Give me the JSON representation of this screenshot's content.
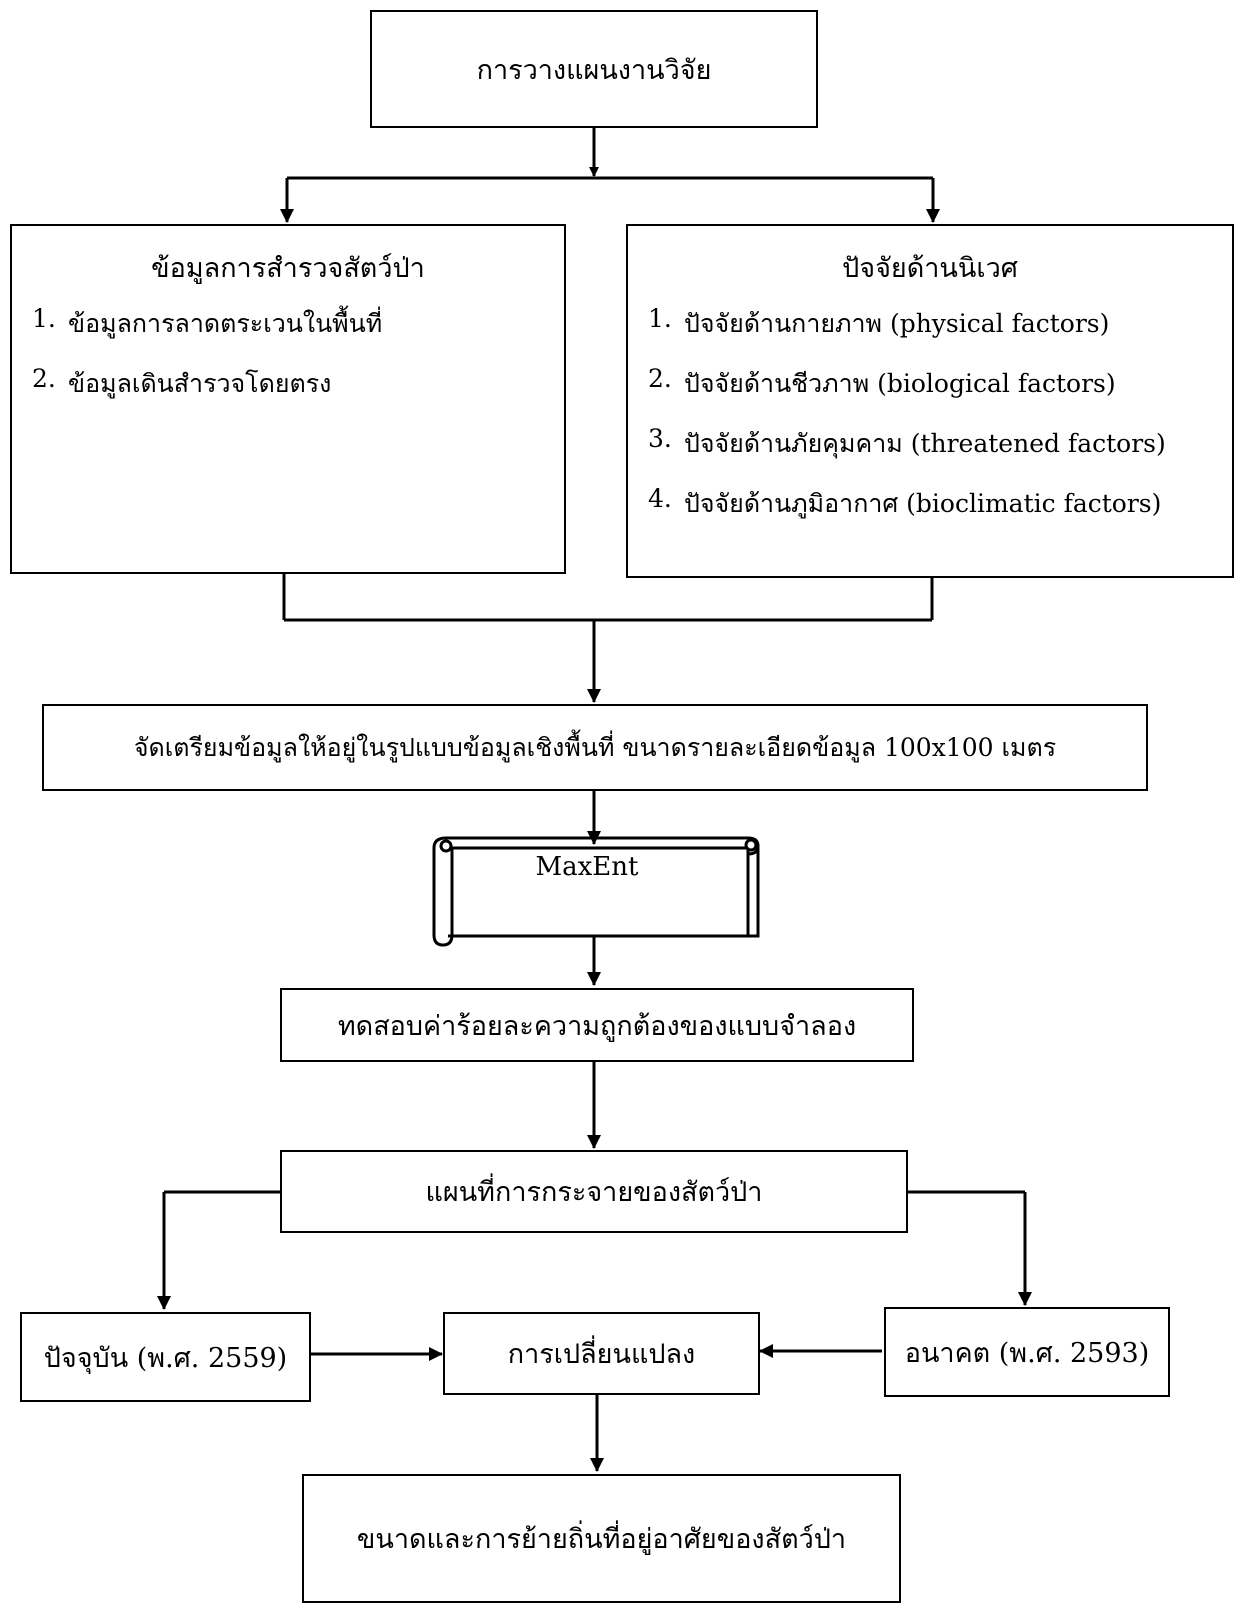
{
  "planning": {
    "label": "การวางแผนงานวิจัย"
  },
  "survey": {
    "title": "ข้อมูลการสำรวจสัตว์ป่า",
    "items": [
      {
        "num": "1.",
        "text": "ข้อมูลการลาดตระเวนในพื้นที่"
      },
      {
        "num": "2.",
        "text": "ข้อมูลเดินสำรวจโดยตรง"
      }
    ]
  },
  "ecology": {
    "title": "ปัจจัยด้านนิเวศ",
    "items": [
      {
        "num": "1.",
        "text": "ปัจจัยด้านกายภาพ (physical factors)"
      },
      {
        "num": "2.",
        "text": "ปัจจัยด้านชีวภาพ (biological factors)"
      },
      {
        "num": "3.",
        "text": "ปัจจัยด้านภัยคุมคาม (threatened factors)"
      },
      {
        "num": "4.",
        "text": "ปัจจัยด้านภูมิอากาศ (bioclimatic factors)"
      }
    ]
  },
  "prepare": {
    "label": "จัดเตรียมข้อมูลให้อยู่ในรูปแบบข้อมูลเชิงพื้นที่ ขนาดรายละเอียดข้อมูล 100x100  เมตร"
  },
  "maxent": {
    "label": "MaxEnt"
  },
  "accuracy": {
    "label": "ทดสอบค่าร้อยละความถูกต้องของแบบจำลอง"
  },
  "distribution": {
    "label": "แผนที่การกระจายของสัตว์ป่า"
  },
  "present": {
    "label": "ปัจจุบัน (พ.ศ. 2559)"
  },
  "change": {
    "label": "การเปลี่ยนแปลง"
  },
  "future": {
    "label": "อนาคต (พ.ศ. 2593)"
  },
  "result": {
    "label": "ขนาดและการย้ายถิ่นที่อยู่อาศัยของสัตว์ป่า"
  }
}
